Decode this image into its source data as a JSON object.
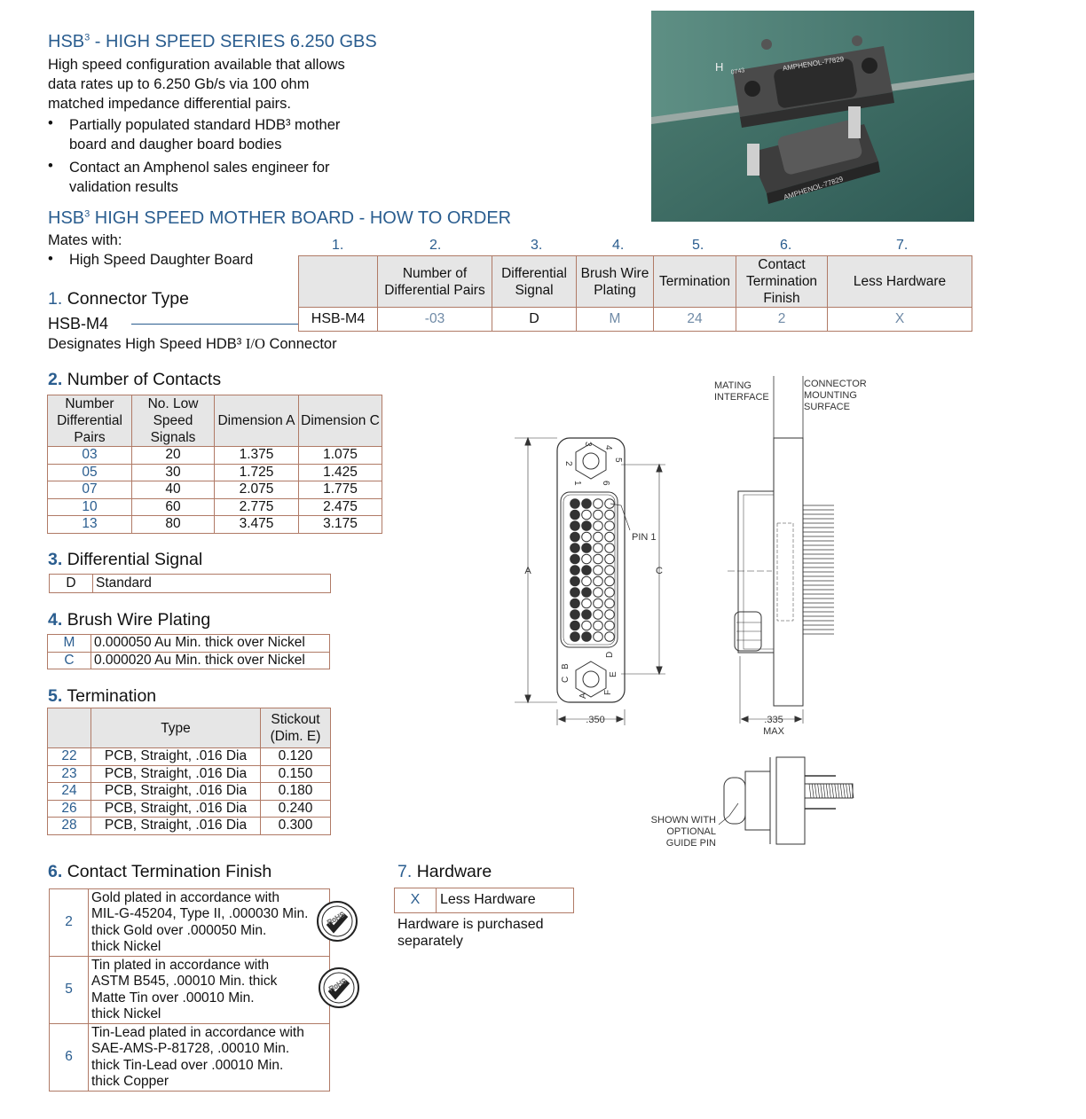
{
  "intro": {
    "title_prefix": "HSB",
    "title_sup": "3",
    "title_rest": " - HIGH SPEED SERIES 6.250 GBS",
    "lines": [
      "High speed configuration available that allows",
      "data rates up to 6.250 Gb/s via 100 ohm",
      "matched impedance differential pairs."
    ],
    "bullets": [
      {
        "lines": [
          "Partially populated standard HDB³ mother",
          "board and daugher board bodies"
        ]
      },
      {
        "lines": [
          "Contact an Amphenol sales engineer for",
          "validation results"
        ]
      }
    ]
  },
  "photo": {
    "label_h": "H",
    "text1": "AMPHENOL-77829",
    "text2": "0743",
    "text3": "AMPHENOL-77829"
  },
  "order": {
    "title_prefix": "HSB",
    "title_sup": "3",
    "title_rest": " HIGH SPEED MOTHER BOARD - HOW TO ORDER",
    "mates_label": "Mates with:",
    "mates_item": "High Speed Daughter Board",
    "col_numbers": [
      "1.",
      "2.",
      "3.",
      "4.",
      "5.",
      "6.",
      "7."
    ],
    "headers": [
      "",
      "Number of Differential Pairs",
      "Differential Signal",
      "Brush Wire Plating",
      "Termination",
      "Contact Termination Finish",
      "Less Hardware"
    ],
    "values": [
      "HSB-M4",
      "-03",
      "D",
      "M",
      "24",
      "2",
      "X"
    ]
  },
  "connector_type": {
    "num": "1.",
    "title": "Connector Type",
    "code": "HSB-M4",
    "desc_a": "Designates High Speed HDB³ ",
    "desc_b": "I/O",
    "desc_c": " Connector"
  },
  "contacts": {
    "num": "2.",
    "title": "Number of Contacts",
    "headers": [
      "Number Differential Pairs",
      "No. Low Speed Signals",
      "Dimension A",
      "Dimension C"
    ],
    "rows": [
      [
        "03",
        "20",
        "1.375",
        "1.075"
      ],
      [
        "05",
        "30",
        "1.725",
        "1.425"
      ],
      [
        "07",
        "40",
        "2.075",
        "1.775"
      ],
      [
        "10",
        "60",
        "2.775",
        "2.475"
      ],
      [
        "13",
        "80",
        "3.475",
        "3.175"
      ]
    ]
  },
  "diff_signal": {
    "num": "3.",
    "title": "Differential Signal",
    "rows": [
      [
        "D",
        "Standard"
      ]
    ]
  },
  "plating": {
    "num": "4.",
    "title": "Brush Wire Plating",
    "rows": [
      [
        "M",
        "0.000050 Au Min. thick over Nickel"
      ],
      [
        "C",
        "0.000020 Au Min. thick over Nickel"
      ]
    ]
  },
  "termination": {
    "num": "5.",
    "title": "Termination",
    "headers": [
      "",
      "Type",
      "Stickout (Dim. E)"
    ],
    "rows": [
      [
        "22",
        "PCB, Straight, .016 Dia",
        "0.120"
      ],
      [
        "23",
        "PCB, Straight, .016 Dia",
        "0.150"
      ],
      [
        "24",
        "PCB, Straight, .016 Dia",
        "0.180"
      ],
      [
        "26",
        "PCB, Straight, .016 Dia",
        "0.240"
      ],
      [
        "28",
        "PCB, Straight, .016 Dia",
        "0.300"
      ]
    ]
  },
  "finish": {
    "num": "6.",
    "title": "Contact Termination Finish",
    "rows": [
      {
        "code": "2",
        "lines": [
          "Gold plated in accordance with",
          "MIL-G-45204, Type II, .000030 Min.",
          "thick Gold over .000050 Min.",
          "thick Nickel"
        ],
        "badge": "RoHS"
      },
      {
        "code": "5",
        "lines": [
          "Tin plated in accordance with",
          "ASTM B545, .00010 Min. thick",
          "Matte Tin over .00010 Min.",
          "thick Nickel"
        ],
        "badge": "RoHS"
      },
      {
        "code": "6",
        "lines": [
          "Tin-Lead plated in accordance with",
          "SAE-AMS-P-81728, .00010 Min.",
          "thick Tin-Lead over .00010 Min.",
          "thick Copper"
        ],
        "badge": ""
      }
    ]
  },
  "hardware": {
    "num": "7.",
    "title": "Hardware",
    "rows": [
      [
        "X",
        "Less Hardware"
      ]
    ],
    "note_lines": [
      "Hardware is purchased",
      "separately"
    ]
  },
  "drawing": {
    "label_a": "A",
    "label_c": "C",
    "pin1": "PIN 1",
    "dim_350": ".350",
    "dim_335": ".335",
    "max": "MAX",
    "mating": [
      "MATING",
      "INTERFACE"
    ],
    "mounting": [
      "CONNECTOR",
      "MOUNTING",
      "SURFACE"
    ],
    "guide": [
      "SHOWN WITH",
      "OPTIONAL",
      "GUIDE PIN"
    ],
    "top_nums": [
      "1",
      "2",
      "3",
      "4",
      "5",
      "6"
    ],
    "bottom_letters": [
      "A",
      "B",
      "C",
      "D",
      "E",
      "F"
    ]
  }
}
